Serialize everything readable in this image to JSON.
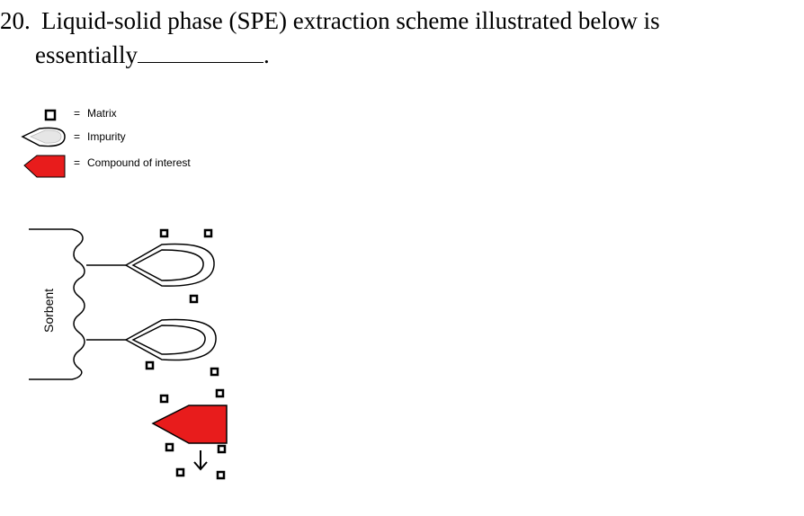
{
  "question": {
    "number": "20.",
    "text_line1": "Liquid-solid phase (SPE) extraction scheme  illustrated below is",
    "text_line2": "essentially",
    "period": "."
  },
  "legend": [
    {
      "symbol": "matrix",
      "equals": "=",
      "label": "Matrix"
    },
    {
      "symbol": "impurity",
      "equals": "=",
      "label": "Impurity"
    },
    {
      "symbol": "compound",
      "equals": "=",
      "label": "Compound of interest"
    }
  ],
  "diagram": {
    "sorbent_label": "Sorbent",
    "flow_arrow": "↓"
  },
  "colors": {
    "compound": "#e81c1c",
    "line": "#000000",
    "impurity_fill": "#ffffff"
  }
}
